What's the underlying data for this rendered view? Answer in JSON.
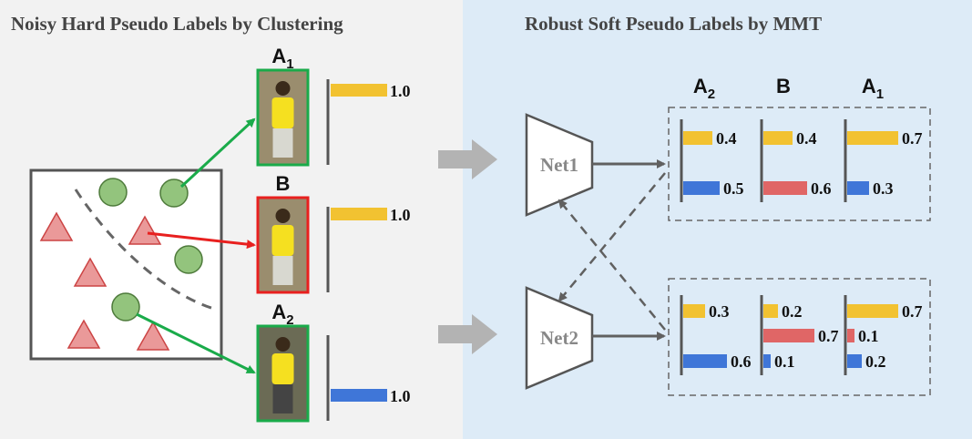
{
  "left_title": "Noisy Hard Pseudo Labels by Clustering",
  "right_title": "Robust Soft Pseudo Labels by MMT",
  "colors": {
    "yellow": "#f2c231",
    "red": "#e06666",
    "blue": "#3f76d8",
    "green": "#1aab4a",
    "arrow_red": "#e8201f",
    "circle_fill": "#93c47d",
    "triangle_fill": "#ea9999"
  },
  "left_samples": [
    {
      "id": "A",
      "sub": "1",
      "border": "green",
      "bar_color": "yellow",
      "value": "1.0"
    },
    {
      "id": "B",
      "sub": "",
      "border": "red",
      "bar_color": "yellow",
      "value": "1.0"
    },
    {
      "id": "A",
      "sub": "2",
      "border": "green",
      "bar_color": "blue",
      "value": "1.0"
    }
  ],
  "column_headers": [
    {
      "id": "A",
      "sub": "2"
    },
    {
      "id": "B",
      "sub": ""
    },
    {
      "id": "A",
      "sub": "1"
    }
  ],
  "networks": [
    "Net1",
    "Net2"
  ],
  "net1_bars": [
    [
      {
        "c": "yellow",
        "v": "0.4"
      },
      {
        "c": "blue",
        "v": "0.5"
      }
    ],
    [
      {
        "c": "yellow",
        "v": "0.4"
      },
      {
        "c": "red",
        "v": "0.6"
      }
    ],
    [
      {
        "c": "yellow",
        "v": "0.7"
      },
      {
        "c": "blue",
        "v": "0.3"
      }
    ]
  ],
  "net2_bars": [
    [
      {
        "c": "yellow",
        "v": "0.3"
      },
      {
        "c": "blue",
        "v": "0.6"
      }
    ],
    [
      {
        "c": "yellow",
        "v": "0.2"
      },
      {
        "c": "red",
        "v": "0.7"
      },
      {
        "c": "blue",
        "v": "0.1"
      }
    ],
    [
      {
        "c": "yellow",
        "v": "0.7"
      },
      {
        "c": "red",
        "v": "0.1"
      },
      {
        "c": "blue",
        "v": "0.2"
      }
    ]
  ]
}
